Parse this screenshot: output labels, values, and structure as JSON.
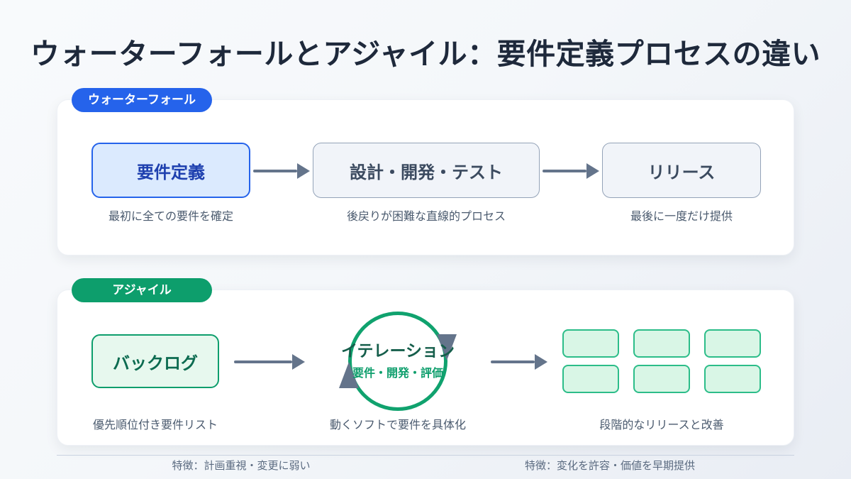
{
  "title": "ウォーターフォールとアジャイル：要件定義プロセスの違い",
  "waterfall": {
    "badge": "ウォーターフォール",
    "steps": [
      {
        "label": "要件定義",
        "caption": "最初に全ての要件を確定"
      },
      {
        "label": "設計・開発・テスト",
        "caption": "後戻りが困難な直線的プロセス"
      },
      {
        "label": "リリース",
        "caption": "最後に一度だけ提供"
      }
    ],
    "footer": "特徴：計画重視・変更に弱い"
  },
  "agile": {
    "badge": "アジャイル",
    "backlog": {
      "label": "バックログ",
      "caption": "優先順位付き要件リスト"
    },
    "iteration": {
      "label": "イテレーション",
      "sublabel": "要件・開発・評価",
      "caption": "動くソフトで要件を具体化"
    },
    "releases": {
      "caption": "段階的なリリースと改善",
      "box_count": 6
    },
    "footer": "特徴：変化を許容・価値を早期提供"
  },
  "colors": {
    "title_text": "#1e293b",
    "waterfall_accent": "#2563eb",
    "waterfall_box_fill": "#dbeafe",
    "waterfall_box_text": "#1e40af",
    "neutral_box_fill": "#f1f4f9",
    "neutral_box_border": "#94a3b8",
    "neutral_box_text": "#3b4a5f",
    "agile_accent": "#0d9e6c",
    "agile_box_fill": "#e7f8ee",
    "agile_dark_text": "#155e4b",
    "cycle_circle": "#10a26e",
    "release_box_fill": "#d9f6e6",
    "release_box_border": "#2cbd89",
    "arrow": "#64748b",
    "caption_text": "#4a5a6e",
    "footer_text": "#5a6a80",
    "card_background": "#ffffff"
  }
}
